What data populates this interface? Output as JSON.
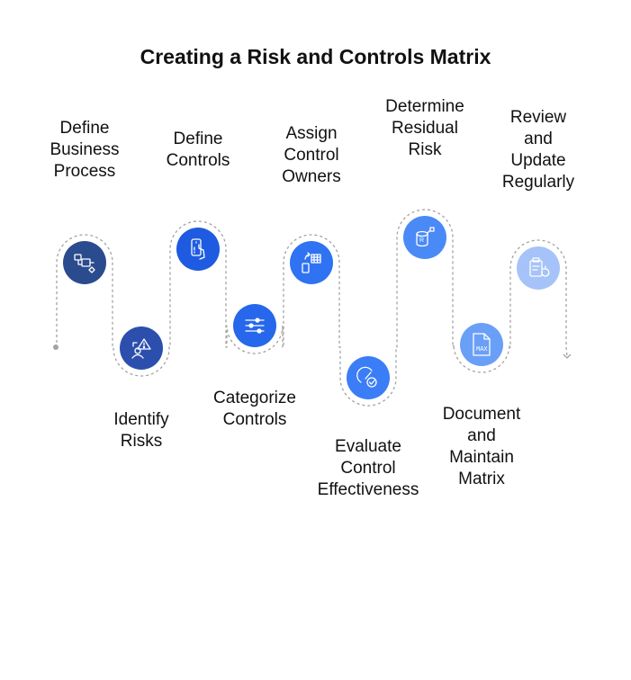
{
  "title": "Creating a Risk and Controls Matrix",
  "colors": {
    "path": "#a3a3a3",
    "icon_fill": "#ffffff"
  },
  "steps": [
    {
      "label": "Define\nBusiness\nProcess",
      "icon": "process-flow-icon",
      "color": "#2a4b8d"
    },
    {
      "label": "Identify\nRisks",
      "icon": "risk-warning-icon",
      "color": "#2c4fae"
    },
    {
      "label": "Define\nControls",
      "icon": "touch-device-icon",
      "color": "#1e5be0"
    },
    {
      "label": "Categorize\nControls",
      "icon": "sliders-icon",
      "color": "#2667ec"
    },
    {
      "label": "Assign\nControl\nOwners",
      "icon": "assign-table-icon",
      "color": "#2f72f2"
    },
    {
      "label": "Evaluate\nControl\nEffectiveness",
      "icon": "gauge-check-icon",
      "color": "#3a7df6"
    },
    {
      "label": "Determine\nResidual\nRisk",
      "icon": "database-network-icon",
      "color": "#4a8af6"
    },
    {
      "label": "Document\nand\nMaintain\nMatrix",
      "icon": "document-max-icon",
      "color": "#6a9ff7"
    },
    {
      "label": "Review\nand\nUpdate\nRegularly",
      "icon": "clipboard-refresh-icon",
      "color": "#a6c3f9"
    }
  ]
}
